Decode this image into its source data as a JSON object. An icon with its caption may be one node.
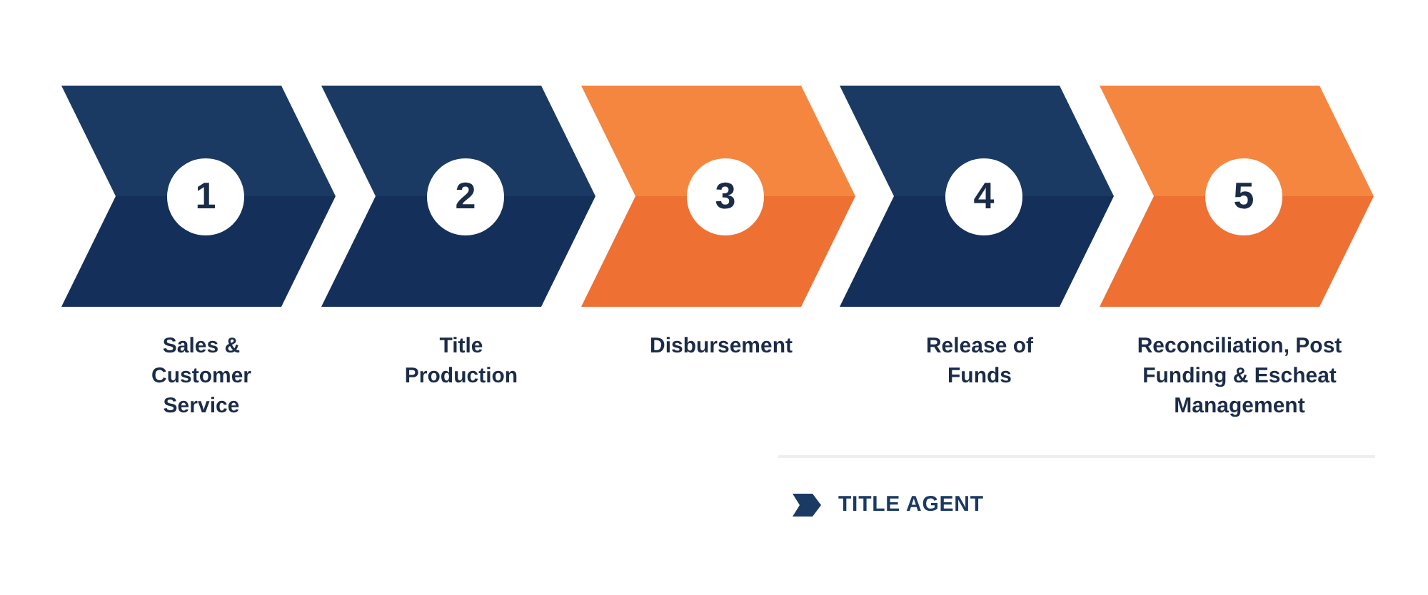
{
  "diagram": {
    "nodes": [
      {
        "text": [
          "1"
        ],
        "beside": [
          "Sales & Customer Service"
        ]
      },
      {
        "text": [
          "2"
        ],
        "beside": [
          "Title Production"
        ]
      },
      {
        "text": [
          "3"
        ],
        "beside": [
          "Disbursement"
        ]
      },
      {
        "text": [
          "4"
        ],
        "beside": [
          "Release of Funds"
        ]
      },
      {
        "text": [
          "5"
        ],
        "beside": [
          "Reconciliation, Post Funding & Escheat Management"
        ]
      }
    ],
    "legend": [
      {
        "text": "TITLE AGENT",
        "color": "#1b3a63"
      }
    ]
  }
}
